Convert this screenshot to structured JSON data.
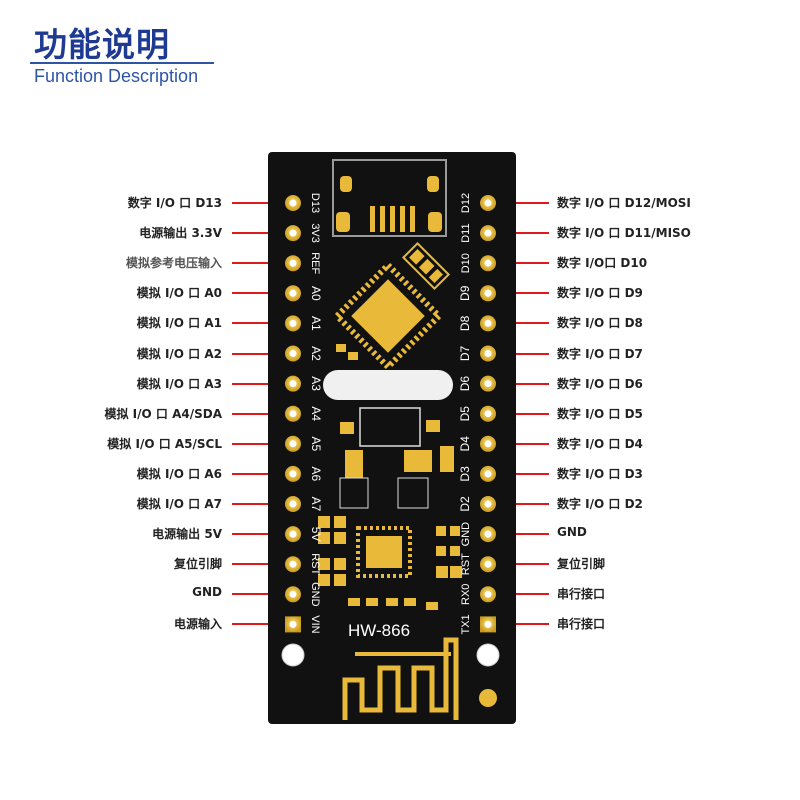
{
  "header": {
    "title": "功能说明",
    "subtitle": "Function Description"
  },
  "board": {
    "model": "HW-866",
    "left_pins": [
      "D13",
      "3V3",
      "REF",
      "A0",
      "A1",
      "A2",
      "A3",
      "A4",
      "A5",
      "A6",
      "A7",
      "5V",
      "RST",
      "GND",
      "VIN"
    ],
    "right_pins": [
      "D12",
      "D11",
      "D10",
      "D9",
      "D8",
      "D7",
      "D6",
      "D5",
      "D4",
      "D3",
      "D2",
      "GND",
      "RST",
      "RX0",
      "TX1"
    ],
    "colors": {
      "pcb": "#111111",
      "gold": "#f2c23a",
      "leader": "#e0191c"
    }
  },
  "labels": {
    "left": [
      "数字 I/O 口 D13",
      "电源输出 3.3V",
      "模拟参考电压输入",
      "模拟 I/O 口 A0",
      "模拟 I/O 口 A1",
      "模拟 I/O 口 A2",
      "模拟 I/O 口 A3",
      "模拟 I/O 口 A4/SDA",
      "模拟 I/O 口 A5/SCL",
      "模拟 I/O 口 A6",
      "模拟 I/O 口 A7",
      "电源输出 5V",
      "复位引脚",
      "GND",
      "电源输入"
    ],
    "right": [
      "数字 I/O 口 D12/MOSI",
      "数字 I/O 口 D11/MISO",
      "数字 I/O口 D10",
      "数字 I/O 口 D9",
      "数字 I/O 口 D8",
      "数字 I/O 口 D7",
      "数字 I/O 口 D6",
      "数字 I/O 口 D5",
      "数字 I/O 口 D4",
      "数字 I/O 口 D3",
      "数字 I/O 口 D2",
      "GND",
      "复位引脚",
      "串行接口",
      "串行接口"
    ]
  }
}
